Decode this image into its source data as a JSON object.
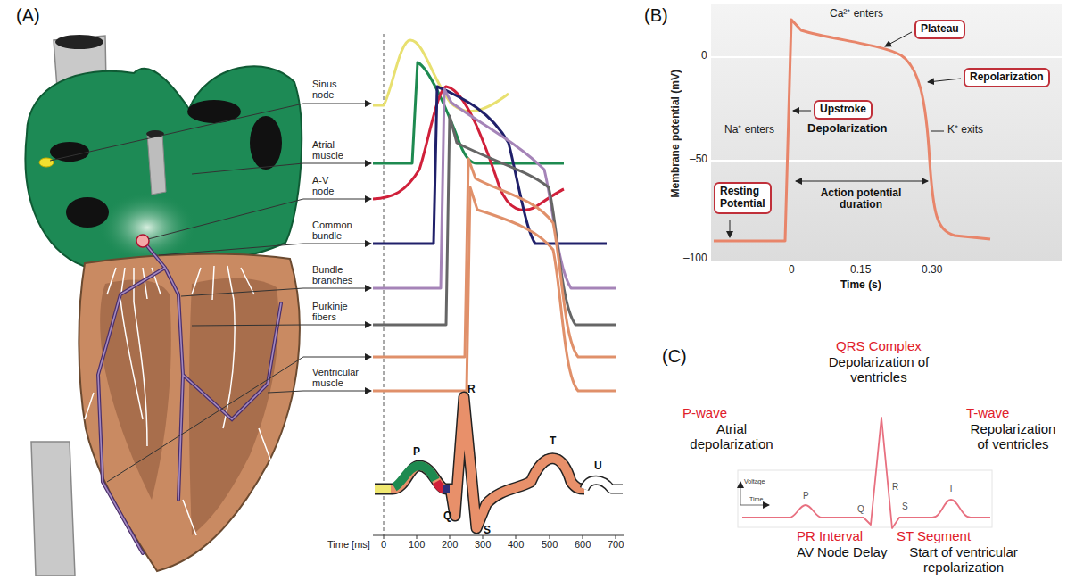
{
  "diagram": {
    "nodes": [
      {
        "text": [
          "Plateau"
        ]
      },
      {
        "text": [
          "Repolarization"
        ]
      },
      {
        "text": [
          "Upstroke"
        ]
      },
      {
        "text": [
          "Resting Potential"
        ]
      }
    ],
    "labels": [
      "(A)",
      "Sinus node",
      "Atrial muscle",
      "A-V node",
      "Common bundle",
      "Bundle branches",
      "Purkinje fibers",
      "Ventricular muscle",
      "P",
      "R",
      "Q",
      "S",
      "T",
      "U",
      "Time [ms]",
      "0",
      "100",
      "200",
      "300",
      "400",
      "500",
      "600",
      "700",
      "(B)",
      "Membrane potential (mV)",
      "0",
      "–50",
      "–100",
      "Ca²⁺ enters",
      "Depolarization",
      "Na⁺ enters",
      "K⁺ exits",
      "Action potential duration",
      "0",
      "0.15",
      "0.30",
      "Time (s)",
      "(C)",
      "QRS Complex",
      "Depolarization of ventricles",
      "P-wave",
      "Atrial depolarization",
      "T-wave",
      "Repolarization of ventricles",
      "Voltage",
      "Time",
      "P",
      "Q",
      "R",
      "S",
      "T",
      "PR Interval",
      "AV Node Delay",
      "ST Segment",
      "Start of ventricular repolarization"
    ]
  }
}
